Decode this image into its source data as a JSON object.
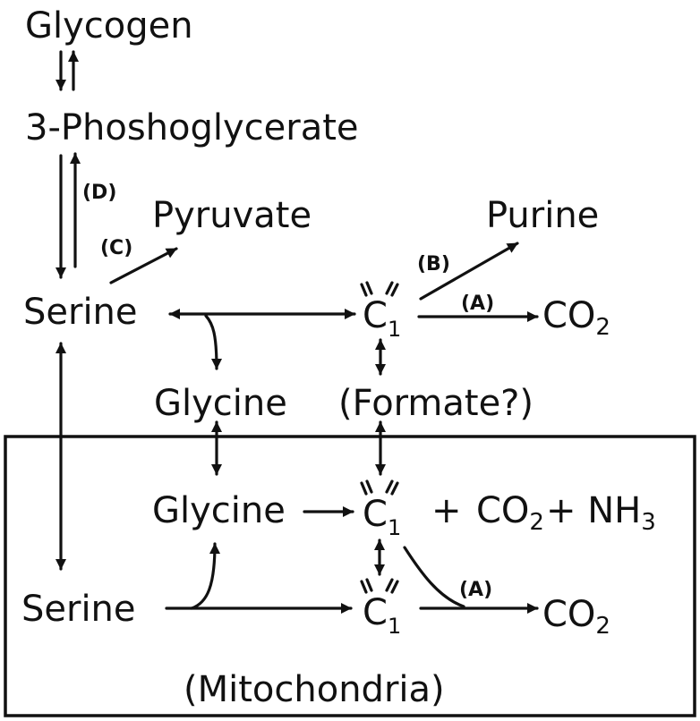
{
  "labels": {
    "glycogen": "Glycogen",
    "phosphoglycerate": "3-Phoshoglycerate",
    "pyruvate": "Pyruvate",
    "purine": "Purine",
    "serine_top": "Serine",
    "c1_top": "C",
    "c1_top_sub": "1",
    "co2_top": "CO",
    "co2_top_sub": "2",
    "glycine_top": "Glycine",
    "formate": "(Formate?)",
    "glycine_mito": "Glycine",
    "c1_mito": "C",
    "c1_mito_sub": "1",
    "plus_1": "+",
    "co2_mito": "CO",
    "co2_mito_sub": "2",
    "plus_nh3": "+ NH",
    "nh3_sub": "3",
    "serine_mito": "Serine",
    "c1_bottom": "C",
    "c1_bottom_sub": "1",
    "co2_bottom": "CO",
    "co2_bottom_sub": "2",
    "mitochondria": "(Mitochondria)"
  },
  "tags": {
    "a_top": "(A)",
    "b": "(B)",
    "c": "(C)",
    "d": "(D)",
    "a_bottom": "(A)"
  },
  "colors": {
    "ink": "#111111",
    "background": "#ffffff"
  }
}
